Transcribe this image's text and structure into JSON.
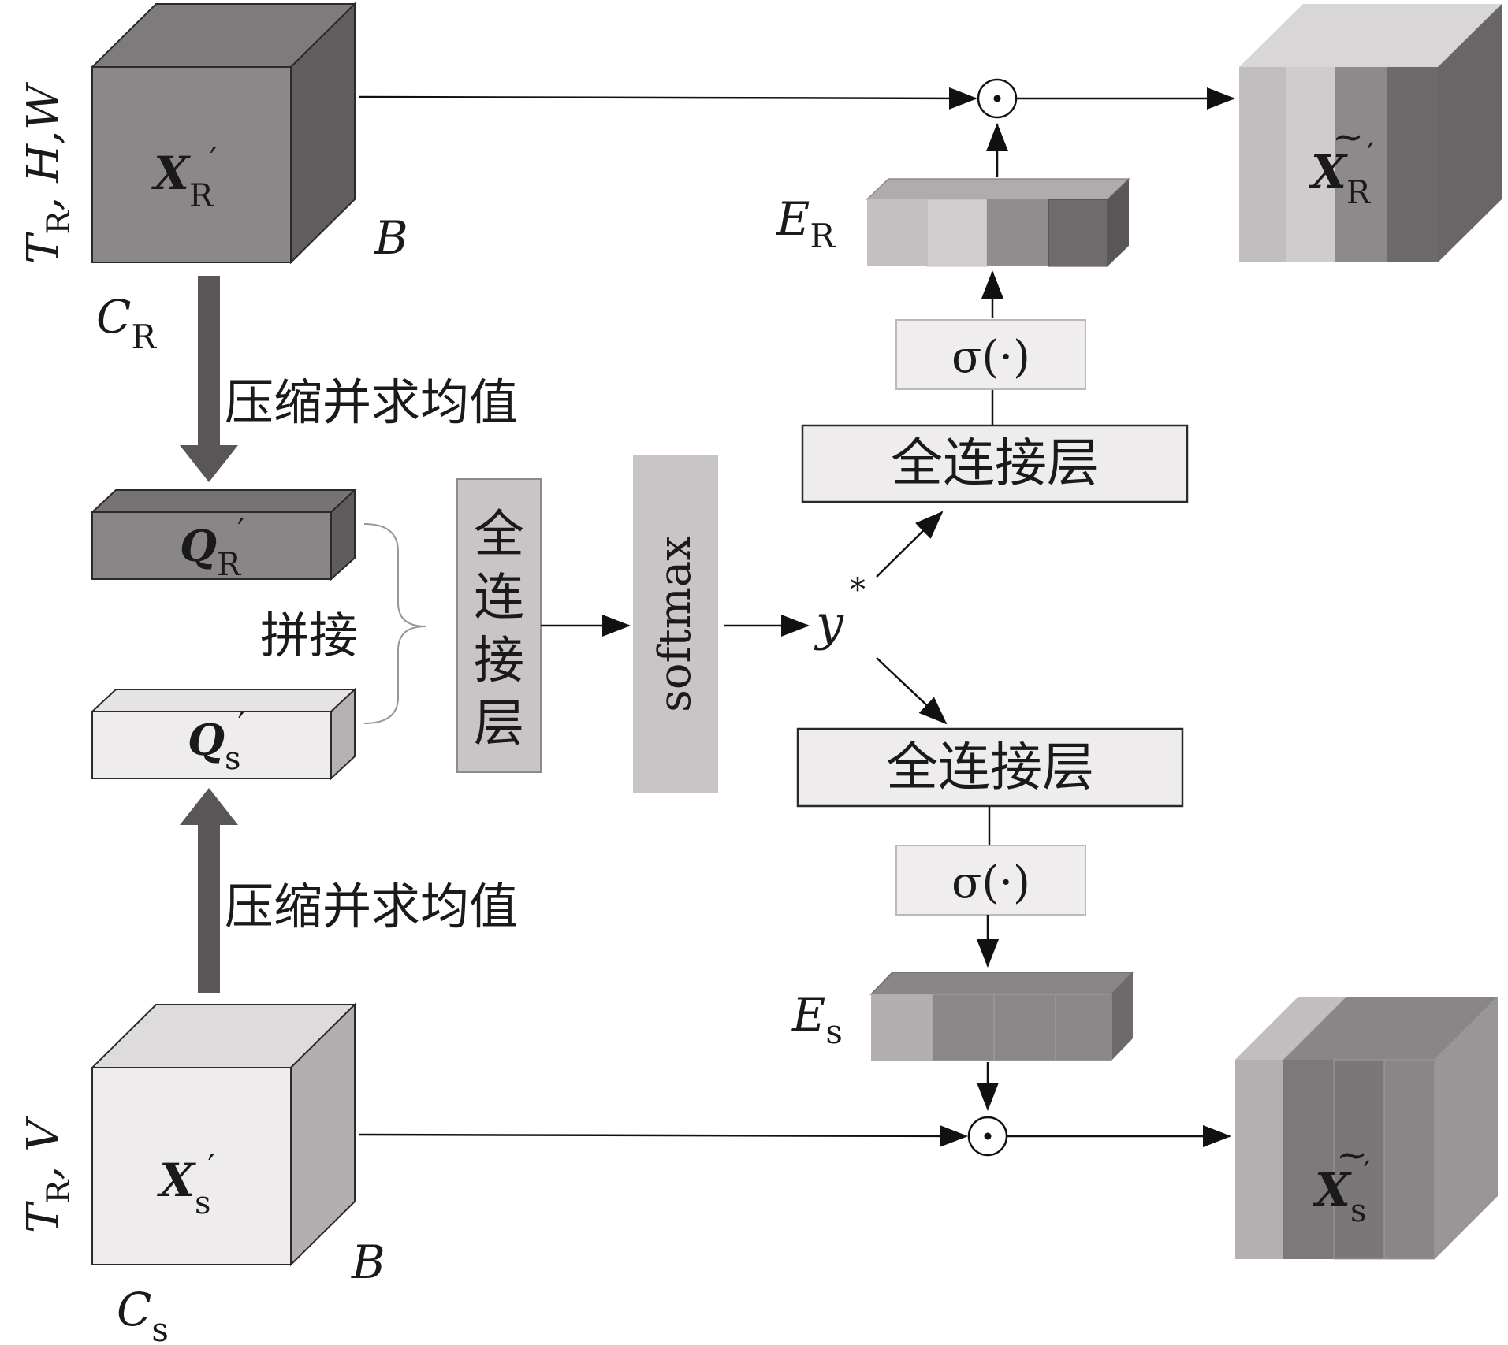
{
  "labels": {
    "xr_side_T": "T",
    "xr_side_T_sub": "R",
    "xr_side_rest": ", H,W",
    "xr_box_main": "X",
    "xr_box_sub": "R",
    "xr_box_prime": "′",
    "xr_B": "B",
    "cr_main": "C",
    "cr_sub": "R",
    "squeeze_top": "压缩并求均值",
    "qr_main": "Q",
    "qr_sub": "R",
    "qr_prime": "′",
    "concat": "拼接",
    "qs_main": "Q",
    "qs_sub": "s",
    "qs_prime": "′",
    "squeeze_bottom": "压缩并求均值",
    "xs_side_T": "T",
    "xs_side_T_sub": "R",
    "xs_side_rest": ", V",
    "xs_box_main": "X",
    "xs_box_sub": "s",
    "xs_box_prime": "′",
    "xs_B": "B",
    "cs_main": "C",
    "cs_sub": "s",
    "fc_vertical": [
      "全",
      "连",
      "接",
      "层"
    ],
    "softmax": "softmax",
    "y_main": "y",
    "y_star": "*",
    "fc_top": "全连接层",
    "sigma_top": "σ(·)",
    "er_main": "E",
    "er_sub": "R",
    "fc_bottom": "全连接层",
    "sigma_bottom": "σ(·)",
    "es_main": "E",
    "es_sub": "s",
    "odot": "⊙",
    "out_r_main": "X",
    "out_r_sub": "R",
    "out_r_prime": "′",
    "out_r_tilde": "~",
    "out_s_main": "X",
    "out_s_sub": "s",
    "out_s_prime": "′",
    "out_s_tilde": "~"
  }
}
